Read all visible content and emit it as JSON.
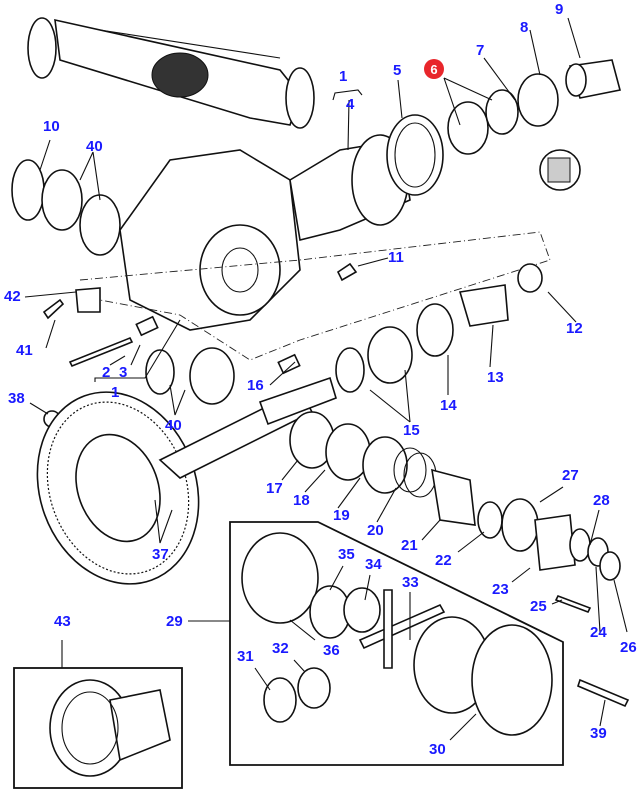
{
  "diagram": {
    "title": "Front axle differential – exploded parts view",
    "label_color": "#1a1aff",
    "highlight_color": "#e8262b",
    "highlighted_callout": "6",
    "callouts": [
      {
        "id": "c1a",
        "label": "1"
      },
      {
        "id": "c4",
        "label": "4"
      },
      {
        "id": "c5",
        "label": "5"
      },
      {
        "id": "c6",
        "label": "6",
        "highlighted": true
      },
      {
        "id": "c7",
        "label": "7"
      },
      {
        "id": "c8",
        "label": "8"
      },
      {
        "id": "c9",
        "label": "9"
      },
      {
        "id": "c10",
        "label": "10"
      },
      {
        "id": "c40a",
        "label": "40"
      },
      {
        "id": "c11",
        "label": "11"
      },
      {
        "id": "c42",
        "label": "42"
      },
      {
        "id": "c12",
        "label": "12"
      },
      {
        "id": "c41",
        "label": "41"
      },
      {
        "id": "c2",
        "label": "2"
      },
      {
        "id": "c3",
        "label": "3"
      },
      {
        "id": "c1b",
        "label": "1"
      },
      {
        "id": "c16",
        "label": "16"
      },
      {
        "id": "c13",
        "label": "13"
      },
      {
        "id": "c14",
        "label": "14"
      },
      {
        "id": "c15",
        "label": "15"
      },
      {
        "id": "c38",
        "label": "38"
      },
      {
        "id": "c40b",
        "label": "40"
      },
      {
        "id": "c17",
        "label": "17"
      },
      {
        "id": "c18",
        "label": "18"
      },
      {
        "id": "c19",
        "label": "19"
      },
      {
        "id": "c20",
        "label": "20"
      },
      {
        "id": "c21",
        "label": "21"
      },
      {
        "id": "c22",
        "label": "22"
      },
      {
        "id": "c27",
        "label": "27"
      },
      {
        "id": "c28",
        "label": "28"
      },
      {
        "id": "c23",
        "label": "23"
      },
      {
        "id": "c25",
        "label": "25"
      },
      {
        "id": "c24",
        "label": "24"
      },
      {
        "id": "c26",
        "label": "26"
      },
      {
        "id": "c37",
        "label": "37"
      },
      {
        "id": "c35",
        "label": "35"
      },
      {
        "id": "c34",
        "label": "34"
      },
      {
        "id": "c33",
        "label": "33"
      },
      {
        "id": "c29",
        "label": "29"
      },
      {
        "id": "c36",
        "label": "36"
      },
      {
        "id": "c43",
        "label": "43"
      },
      {
        "id": "c31",
        "label": "31"
      },
      {
        "id": "c32",
        "label": "32"
      },
      {
        "id": "c30",
        "label": "30"
      },
      {
        "id": "c39",
        "label": "39"
      }
    ]
  }
}
